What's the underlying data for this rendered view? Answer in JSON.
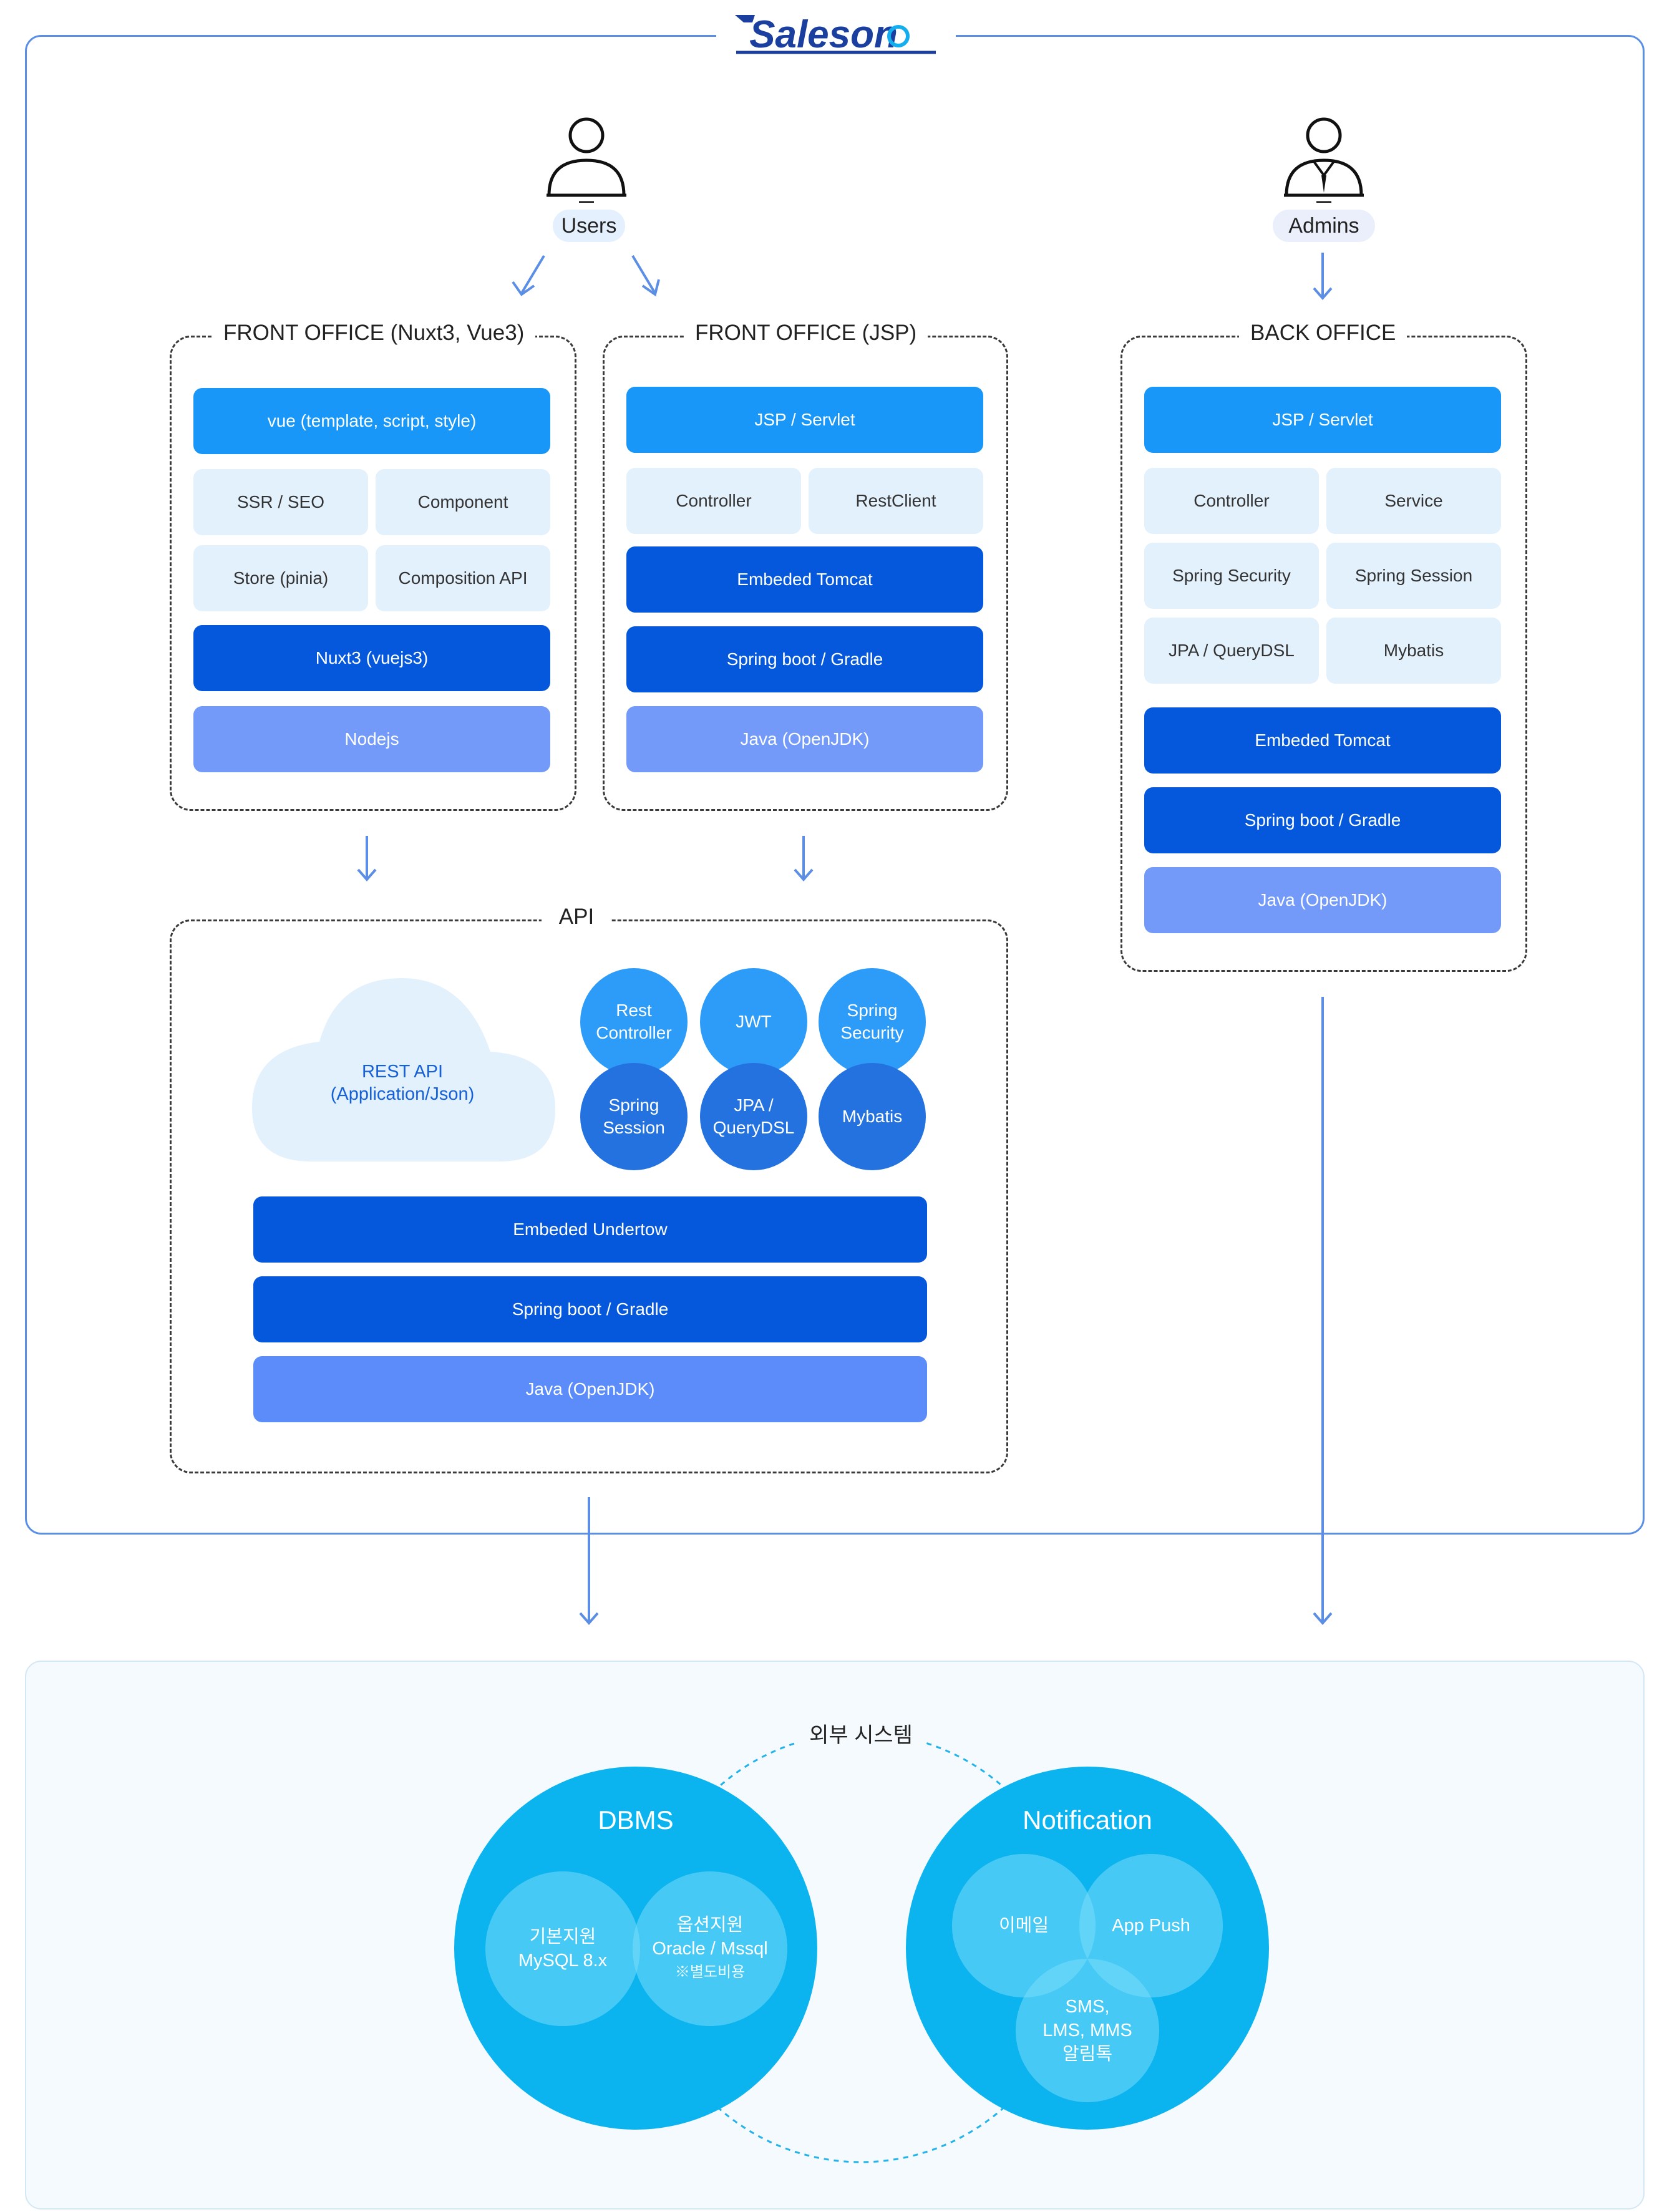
{
  "logo": {
    "text": "Saleson"
  },
  "roles": {
    "users": "Users",
    "admins": "Admins"
  },
  "front_vue": {
    "title": "FRONT OFFICE (Nuxt3, Vue3)",
    "top": "vue (template, script, style)",
    "grid": [
      "SSR / SEO",
      "Component",
      "Store (pinia)",
      "Composition API"
    ],
    "mid": "Nuxt3 (vuejs3)",
    "bottom": "Nodejs"
  },
  "front_jsp": {
    "title": "FRONT OFFICE (JSP)",
    "top": "JSP / Servlet",
    "grid": [
      "Controller",
      "RestClient"
    ],
    "tomcat": "Embeded Tomcat",
    "spring": "Spring boot / Gradle",
    "java": "Java (OpenJDK)"
  },
  "back_office": {
    "title": "BACK OFFICE",
    "top": "JSP / Servlet",
    "grid": [
      "Controller",
      "Service",
      "Spring Security",
      "Spring Session",
      "JPA / QueryDSL",
      "Mybatis"
    ],
    "tomcat": "Embeded Tomcat",
    "spring": "Spring boot / Gradle",
    "java": "Java (OpenJDK)"
  },
  "api": {
    "title": "API",
    "cloud": "REST API\n(Application/Json)",
    "circles": [
      "Rest\nController",
      "JWT",
      "Spring\nSecurity",
      "Spring\nSession",
      "JPA /\nQueryDSL",
      "Mybatis"
    ],
    "undertow": "Embeded Undertow",
    "spring": "Spring boot / Gradle",
    "java": "Java (OpenJDK)"
  },
  "external": {
    "label": "외부 시스템",
    "dbms": {
      "title": "DBMS",
      "basic": [
        "기본지원",
        "MySQL 8.x"
      ],
      "option": [
        "옵션지원",
        "Oracle / Mssql"
      ],
      "option_note": "※별도비용"
    },
    "notification": {
      "title": "Notification",
      "email": "이메일",
      "push": "App Push",
      "sms": [
        "SMS,",
        "LMS, MMS",
        "알림톡"
      ]
    }
  },
  "colors": {
    "frame": "#5b8fe6",
    "arrow": "#5b8ee4",
    "block_light_blue": "#1897f8",
    "block_pale": "#e3f1fd",
    "block_dark": "#0558dc",
    "block_periwinkle": "#739af8",
    "external_circle": "#0bb4ef"
  }
}
